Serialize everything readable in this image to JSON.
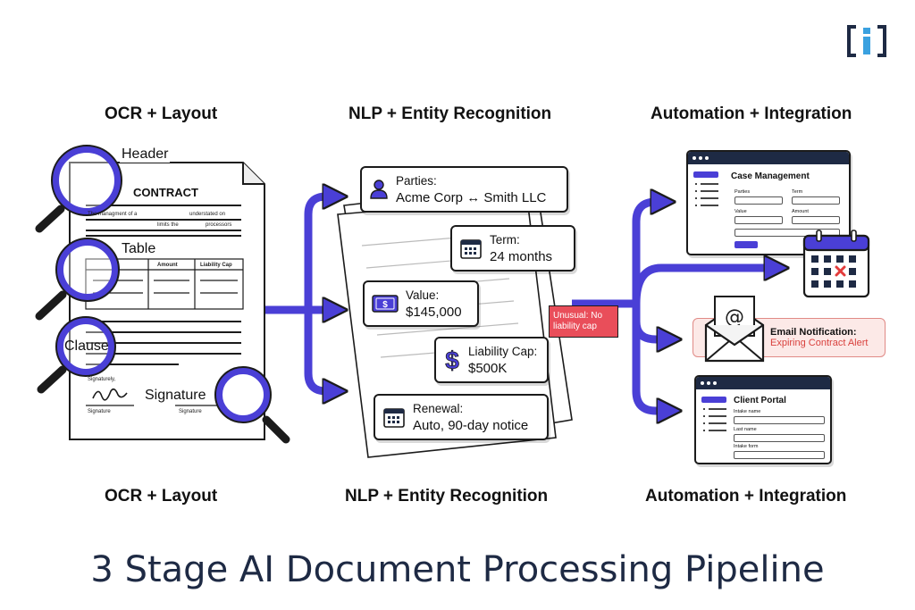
{
  "stages": {
    "top": [
      "OCR + Layout",
      "NLP + Entity Recognition",
      "Automation + Integration"
    ],
    "bottom": [
      "OCR + Layout",
      "NLP + Entity Recognition",
      "Automation + Integration"
    ]
  },
  "main_title": "3 Stage AI Document Processing Pipeline",
  "document": {
    "title": "CONTRACT",
    "labels": {
      "header": "Header",
      "table": "Table",
      "clause": "Clause",
      "signature": "Signature"
    },
    "tiny": {
      "line1a": "The managment of a",
      "line1b": "understated on",
      "line2a": "limits the",
      "line2b": "processors",
      "col_amount": "Amount",
      "col_liability": "Liability Cap",
      "signed": "Signaturely,",
      "sig1": "Signature",
      "sig2": "Signature"
    }
  },
  "entities": [
    {
      "label": "Parties:",
      "value": "Acme Corp ↔ Smith LLC",
      "icon": "person-icon"
    },
    {
      "label": "Term:",
      "value": "24 months",
      "icon": "calendar-icon"
    },
    {
      "label": "Value:",
      "value": "$145,000",
      "icon": "dollar-bill-icon"
    },
    {
      "label": "Liability Cap:",
      "value": "$500K",
      "icon": "dollar-sign-icon"
    },
    {
      "label": "Renewal:",
      "value": "Auto, 90-day notice",
      "icon": "calendar-icon"
    }
  ],
  "flag": "Unusual: No liability cap",
  "case_management": {
    "title": "Case Management",
    "fields": [
      "Parties",
      "Term",
      "Value",
      "Amount"
    ]
  },
  "email": {
    "title": "Email Notification:",
    "subtitle": "Expiring Contract Alert",
    "symbol": "@"
  },
  "client_portal": {
    "title": "Client Portal",
    "fields": [
      "Intake name",
      "Last name",
      "Intake form"
    ]
  },
  "colors": {
    "accent": "#4a3fd6",
    "dark": "#1e2a44",
    "alert": "#e94e5a",
    "logo": "#3aa1e0"
  }
}
